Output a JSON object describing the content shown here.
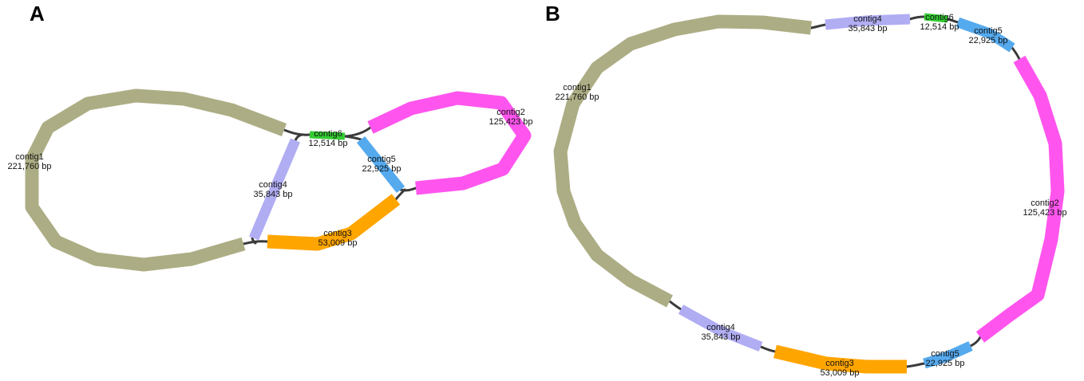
{
  "colors": {
    "contig1": "#adad85",
    "contig2": "#ff55ee",
    "contig3": "#ffa500",
    "contig4": "#b0adf3",
    "contig5": "#55aaee",
    "contig6": "#33cc33",
    "edge": "#3a3a3a"
  },
  "panels": {
    "A": {
      "letter": "A",
      "contigs": {
        "contig1": {
          "name": "contig1",
          "length": "221,760 bp"
        },
        "contig2": {
          "name": "contig2",
          "length": "125,423 bp"
        },
        "contig3": {
          "name": "contig3",
          "length": "53,009 bp"
        },
        "contig4": {
          "name": "contig4",
          "length": "35,843 bp"
        },
        "contig5": {
          "name": "contig5",
          "length": "22,925 bp"
        },
        "contig6": {
          "name": "contig6",
          "length": "12,514 bp"
        }
      }
    },
    "B": {
      "letter": "B",
      "contigs": {
        "contig1": {
          "name": "contig1",
          "length": "221,760 bp"
        },
        "contig2": {
          "name": "contig2",
          "length": "125,423 bp"
        },
        "contig3": {
          "name": "contig3",
          "length": "53,009 bp"
        },
        "contig4_top": {
          "name": "contig4",
          "length": "35,843 bp"
        },
        "contig4_bottom": {
          "name": "contig4",
          "length": "35,843 bp"
        },
        "contig5_top": {
          "name": "contig5",
          "length": "22,925 bp"
        },
        "contig5_bottom": {
          "name": "contig5",
          "length": "22,925 bp"
        },
        "contig6": {
          "name": "contig6",
          "length": "12,514 bp"
        }
      }
    }
  }
}
